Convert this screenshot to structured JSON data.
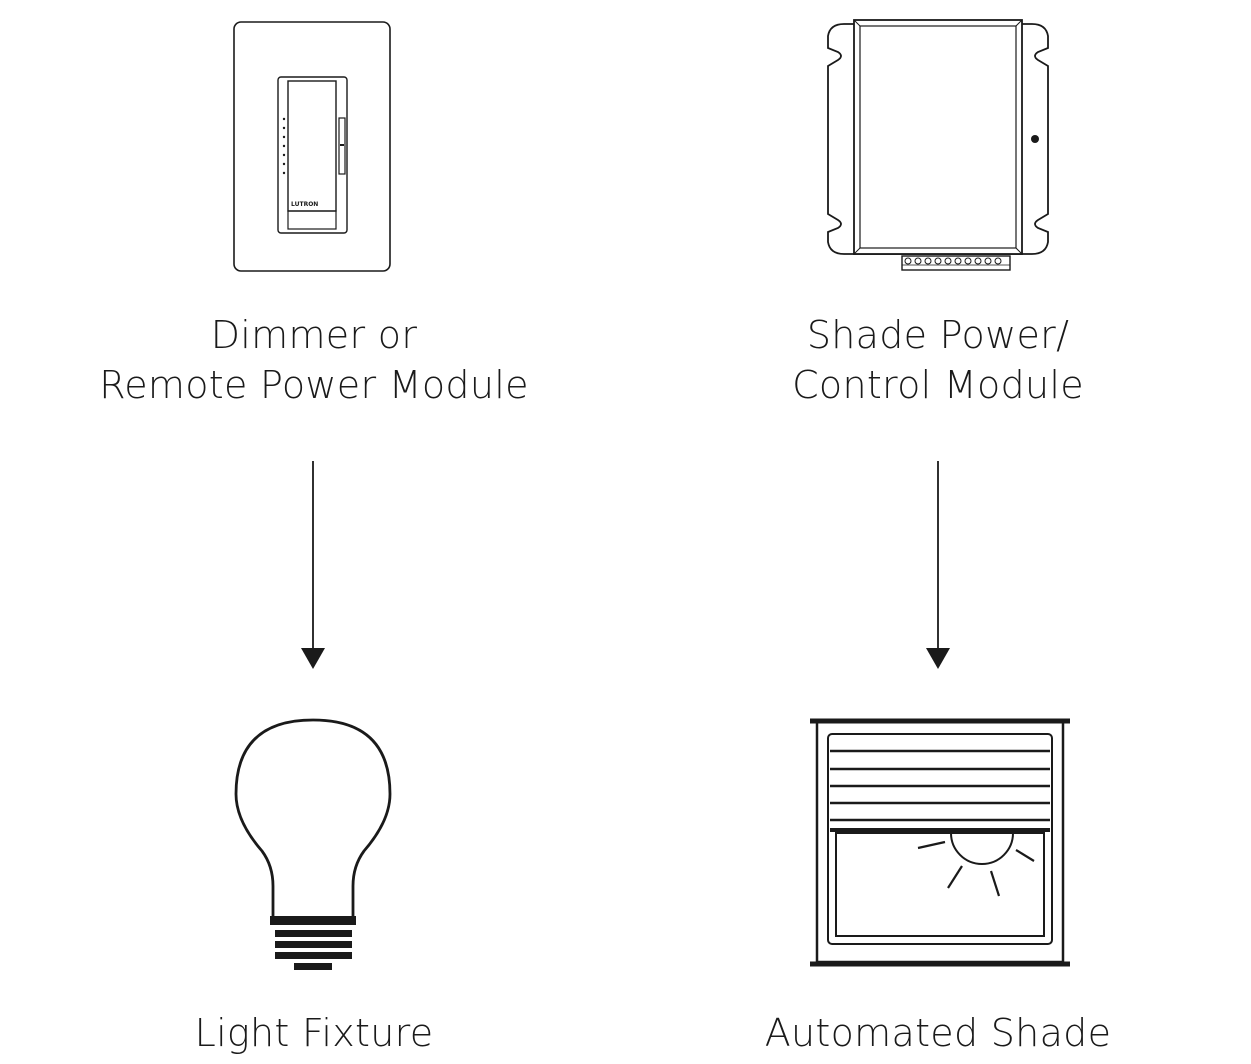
{
  "diagram": {
    "left_column": {
      "source": {
        "icon": "wall-dimmer-icon",
        "label_lines": [
          "Dimmer or",
          "Remote Power Module"
        ],
        "brand_mark": "LUTRON"
      },
      "target": {
        "icon": "light-bulb-icon",
        "label_lines": [
          "Light Fixture"
        ]
      }
    },
    "right_column": {
      "source": {
        "icon": "shade-power-module-icon",
        "label_lines": [
          "Shade Power/",
          "Control Module"
        ]
      },
      "target": {
        "icon": "automated-shade-icon",
        "label_lines": [
          "Automated Shade"
        ]
      }
    },
    "colors": {
      "stroke": "#1a1a1a",
      "background": "#ffffff"
    }
  }
}
